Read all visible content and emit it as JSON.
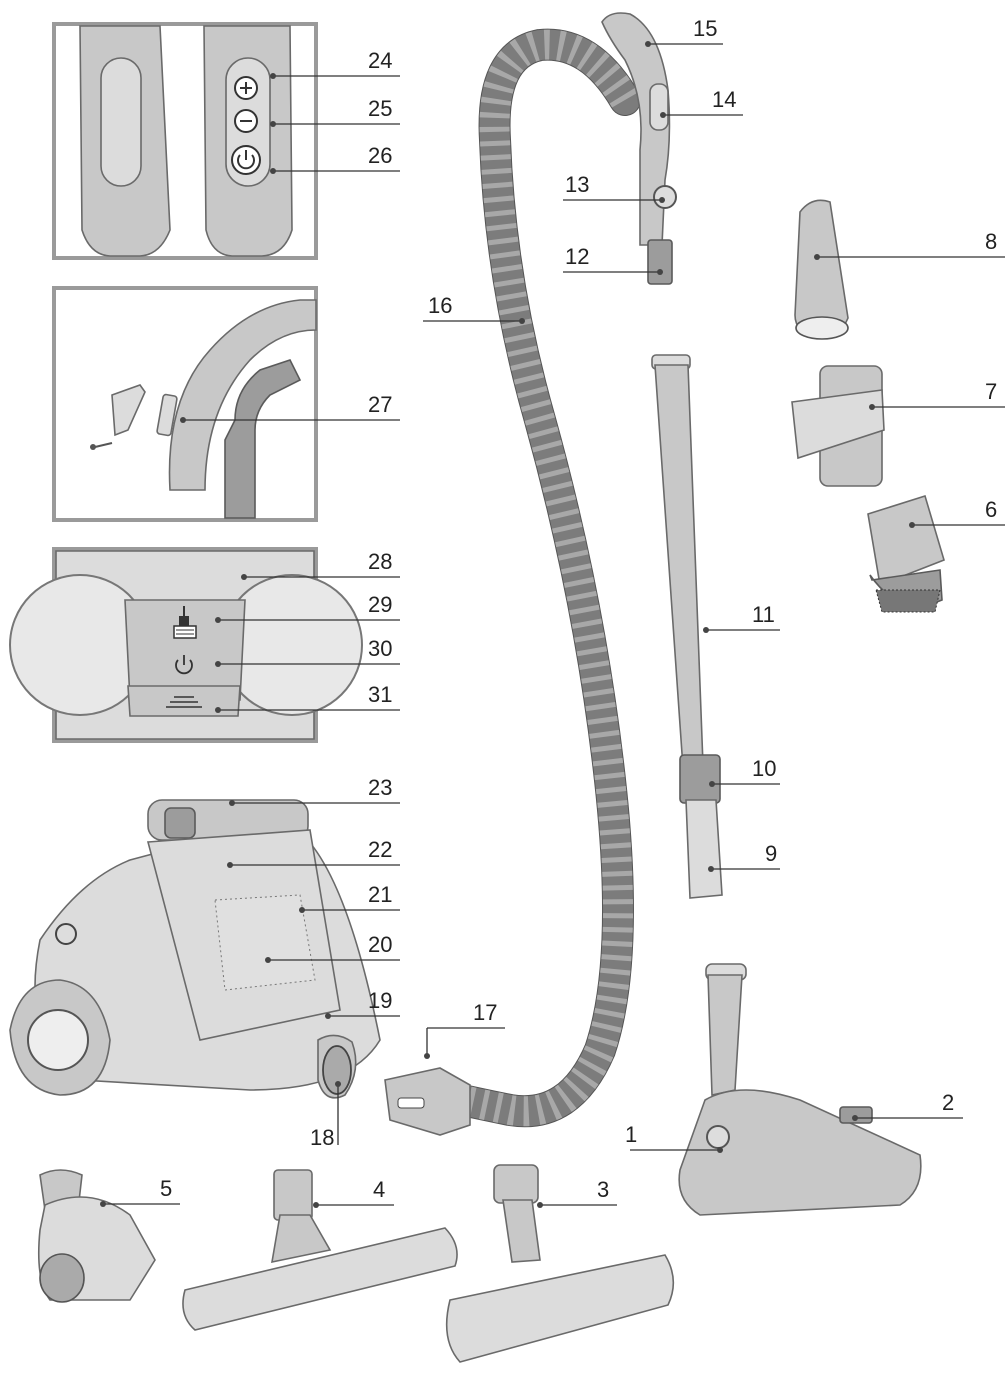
{
  "callouts": {
    "c1": "1",
    "c2": "2",
    "c3": "3",
    "c4": "4",
    "c5": "5",
    "c6": "6",
    "c7": "7",
    "c8": "8",
    "c9": "9",
    "c10": "10",
    "c11": "11",
    "c12": "12",
    "c13": "13",
    "c14": "14",
    "c15": "15",
    "c16": "16",
    "c17": "17",
    "c18": "18",
    "c19": "19",
    "c20": "20",
    "c21": "21",
    "c22": "22",
    "c23": "23",
    "c24": "24",
    "c25": "25",
    "c26": "26",
    "c27": "27",
    "c28": "28",
    "c29": "29",
    "c30": "30",
    "c31": "31"
  },
  "icons": {
    "handle_plus": "plus-icon",
    "handle_minus": "minus-icon",
    "handle_power": "power-icon",
    "panel_dust": "dust-container-icon",
    "panel_filter": "filter-icon",
    "panel_power": "power-icon",
    "panel_cord": "cord-rewind-icon"
  },
  "colors": {
    "part_fill": "#c8c8c8",
    "part_outline": "#6a6a6a",
    "panel_frame": "#9a9a9a",
    "text": "#222222"
  }
}
